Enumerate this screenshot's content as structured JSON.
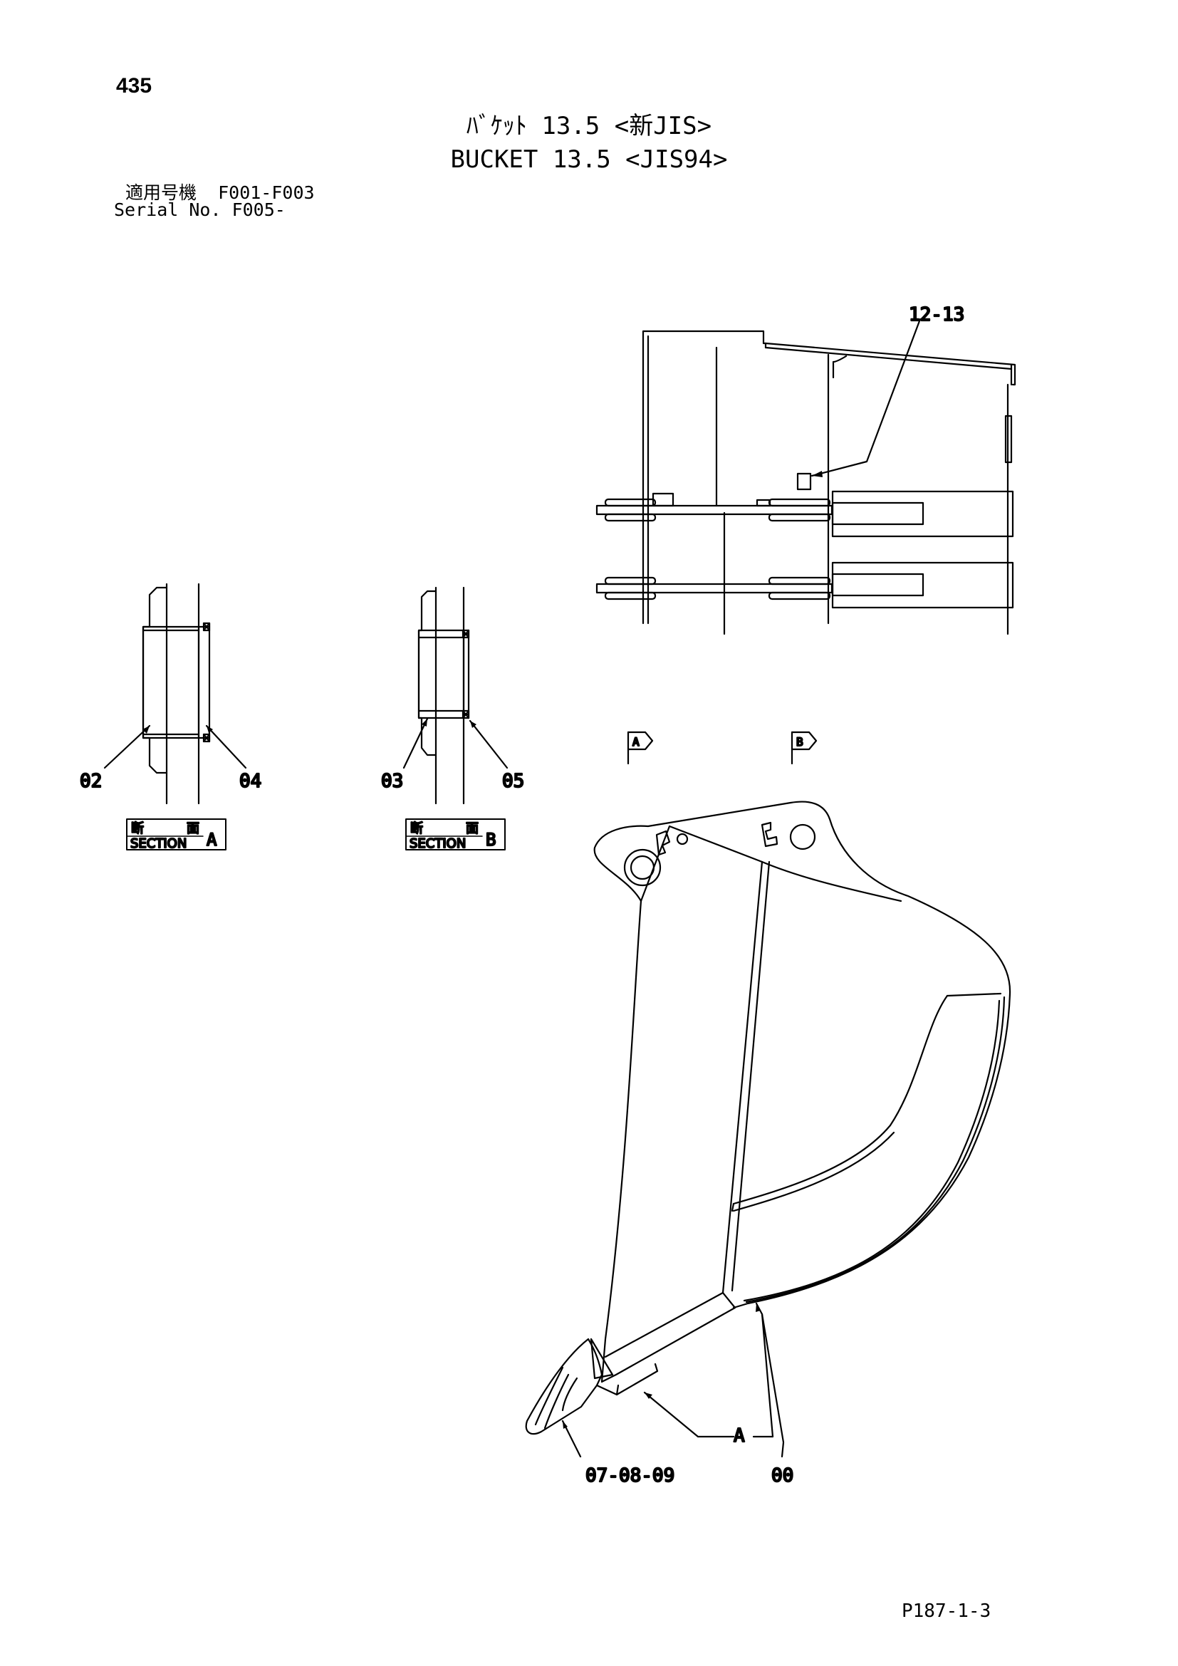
{
  "header": {
    "page_number": "435",
    "title_jp": "ﾊﾞｹｯﾄ 13.5 <新JIS>",
    "title_en": "BUCKET 13.5 <JIS94>",
    "applicable_models": "適用号機  F001-F003",
    "serial_no": "Serial No. F005-"
  },
  "callouts": {
    "c1213": "12-13",
    "c02": "02",
    "c04": "04",
    "c03": "03",
    "c05": "05",
    "c070809": "07-08-09",
    "c00": "00",
    "cA": "A"
  },
  "sections": {
    "a": {
      "jp_left": "断",
      "jp_right": "面",
      "en": "SECTION",
      "letter": "A"
    },
    "b": {
      "jp_left": "断",
      "jp_right": "面",
      "en": "SECTION",
      "letter": "B"
    }
  },
  "view_markers": {
    "a": "A",
    "b": "B"
  },
  "footer": {
    "page_ref": "P187-1-3"
  }
}
